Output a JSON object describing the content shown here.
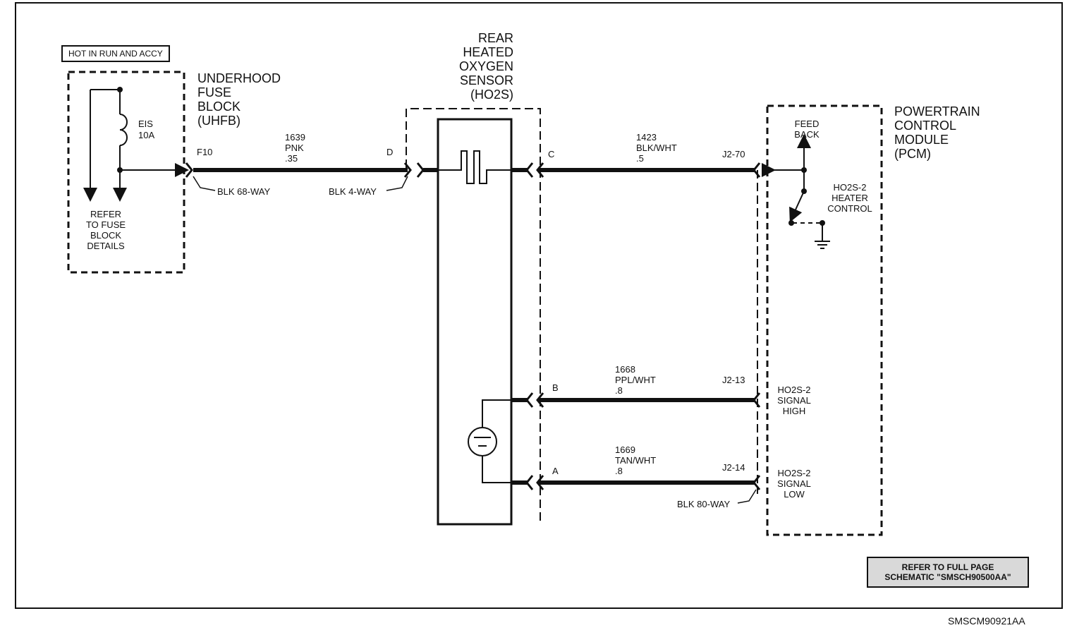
{
  "hot_label": "HOT IN RUN AND ACCY",
  "fuse_block": {
    "name_lines": [
      "UNDERHOOD",
      "FUSE",
      "BLOCK",
      "(UHFB)"
    ],
    "fuse_name": "EIS",
    "fuse_rating": "10A",
    "refer_lines": [
      "REFER",
      "TO FUSE",
      "BLOCK",
      "DETAILS"
    ],
    "terminal": "F10",
    "connector": "BLK 68-WAY"
  },
  "sensor": {
    "name_lines": [
      "REAR",
      "HEATED",
      "OXYGEN",
      "SENSOR",
      "(HO2S)"
    ],
    "connector": "BLK 4-WAY",
    "pins": {
      "d": "D",
      "c": "C",
      "b": "B",
      "a": "A"
    }
  },
  "pcm": {
    "name_lines": [
      "POWERTRAIN",
      "CONTROL",
      "MODULE",
      "(PCM)"
    ],
    "feedback_lines": [
      "FEED",
      "BACK"
    ],
    "heater_lines": [
      "HO2S-2",
      "HEATER",
      "CONTROL"
    ],
    "signal_high_lines": [
      "HO2S-2",
      "SIGNAL",
      "HIGH"
    ],
    "signal_low_lines": [
      "HO2S-2",
      "SIGNAL",
      "LOW"
    ],
    "connector": "BLK 80-WAY"
  },
  "wires": [
    {
      "circuit": "1639",
      "color": "PNK",
      "gauge": ".35"
    },
    {
      "circuit": "1423",
      "color": "BLK/WHT",
      "gauge": ".5",
      "pcm_pin": "J2-70"
    },
    {
      "circuit": "1668",
      "color": "PPL/WHT",
      "gauge": ".8",
      "pcm_pin": "J2-13"
    },
    {
      "circuit": "1669",
      "color": "TAN/WHT",
      "gauge": ".8",
      "pcm_pin": "J2-14"
    }
  ],
  "reference_note_lines": [
    "REFER TO FULL PAGE",
    "SCHEMATIC \"SMSCH90500AA\""
  ],
  "figure_id": "SMSCM90921AA"
}
